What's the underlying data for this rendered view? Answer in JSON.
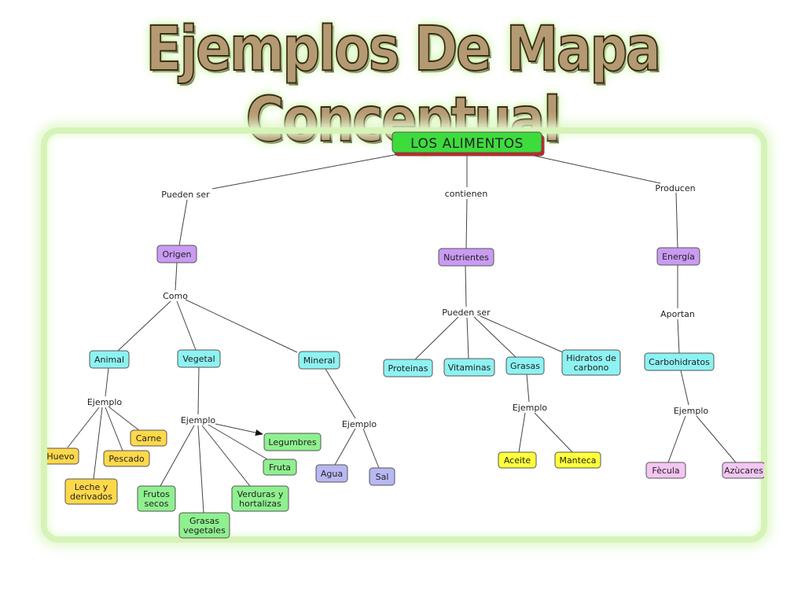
{
  "title": "Ejemplos De Mapa Conceptual",
  "colors": {
    "root": "#3ddc3d",
    "purple": "#c99bf2",
    "cyan": "#8ef2f2",
    "yellow": "#ffd84a",
    "lime": "#ffff3a",
    "green": "#8ff08f",
    "lavender": "#b8b8f2",
    "pink": "#f3c6f3"
  },
  "diagram": {
    "root": "LOS ALIMENTOS",
    "labels": {
      "pueden_ser": "Pueden ser",
      "contienen": "contienen",
      "producen": "Producen",
      "como": "Como",
      "pueden_ser_2": "Pueden ser",
      "aportan": "Aportan",
      "ejemplo_animal": "Ejemplo",
      "ejemplo_vegetal": "Ejemplo",
      "ejemplo_mineral": "Ejemplo",
      "ejemplo_grasas": "Ejemplo",
      "ejemplo_carbo": "Ejemplo"
    },
    "nodes": {
      "origen": "Origen",
      "nutrientes": "Nutrientes",
      "energia": "Energía",
      "animal": "Animal",
      "vegetal": "Vegetal",
      "mineral": "Mineral",
      "proteinas": "Proteinas",
      "vitaminas": "Vitaminas",
      "grasas": "Grasas",
      "hidratos": [
        "Hidratos de",
        "carbono"
      ],
      "carbohidratos": "Carbohidratos",
      "huevo": "Huevo",
      "leche": [
        "Leche y",
        "derivados"
      ],
      "pescado": "Pescado",
      "carne": "Carne",
      "frutos": [
        "Frutos",
        "secos"
      ],
      "grasas_veg": [
        "Grasas",
        "vegetales"
      ],
      "verduras": [
        "Verduras y",
        "hortalizas"
      ],
      "fruta": "Fruta",
      "legumbres": "Legumbres",
      "agua": "Agua",
      "sal": "Sal",
      "aceite": "Aceite",
      "manteca": "Manteca",
      "fecula": "Fècula",
      "azucares": "Azùcares"
    }
  }
}
